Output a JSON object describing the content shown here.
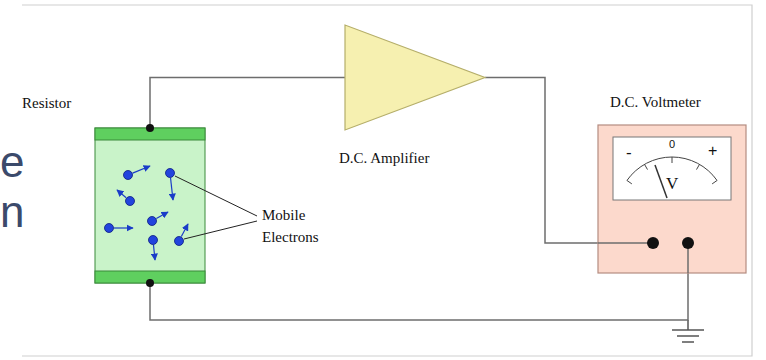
{
  "diagram": {
    "nodes": [
      {
        "text": [
          "Resistor"
        ]
      },
      {
        "text": [
          "D.C. Amplifier"
        ]
      },
      {
        "text": [
          "D.C. Voltmeter"
        ]
      },
      {
        "text": [
          "-",
          "0",
          "+",
          "V"
        ],
        "in": 2
      }
    ],
    "edges": [
      {
        "from": 0,
        "to": 1,
        "arrow": "none"
      },
      {
        "from": 1,
        "to": 2,
        "arrow": "none"
      },
      {
        "from": 0,
        "to": 2,
        "arrow": "none"
      }
    ],
    "labels": [
      "Mobile Electrons",
      "e",
      "n"
    ]
  }
}
